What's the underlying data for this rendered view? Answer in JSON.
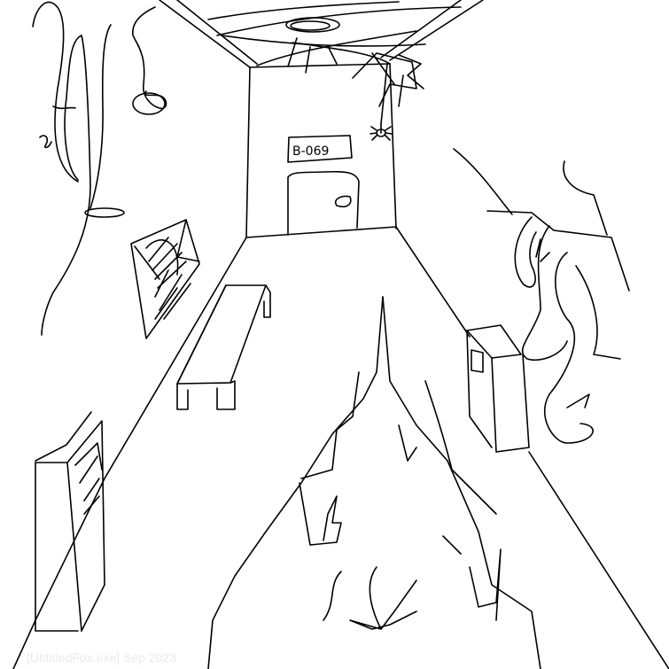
{
  "artwork": {
    "style": "hand-drawn black line sketch on white",
    "subject": "hallway corridor with door, bench, lockers, cracked floor, vines and cobweb",
    "background_color": "#ffffff",
    "line_color": "#000000"
  },
  "door_sign": {
    "text": "B-069"
  },
  "watermark": {
    "text": "[UntitledFox.exe] Sep 2023",
    "color": "#eaeaea"
  }
}
